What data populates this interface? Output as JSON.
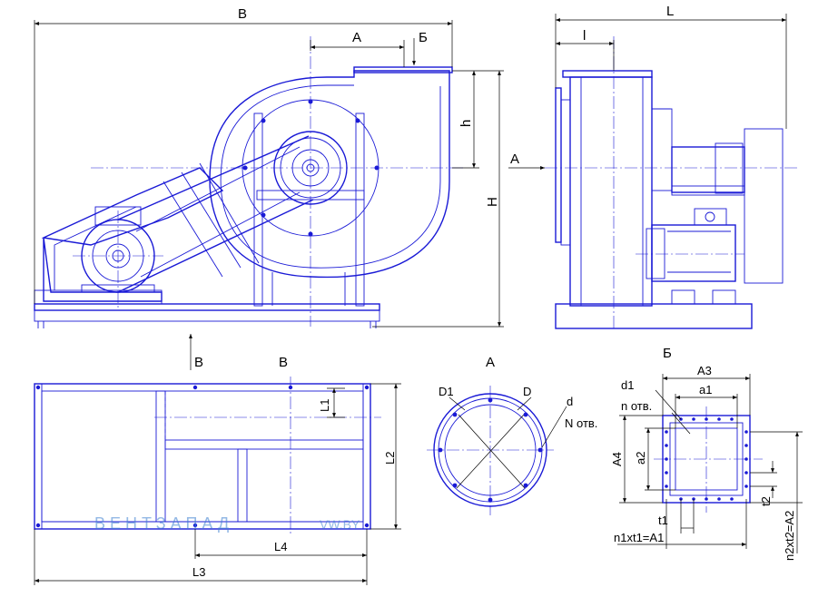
{
  "drawing": {
    "labels": {
      "B_top": "B",
      "A_top": "A",
      "Б_top": "Б",
      "h": "h",
      "H": "H",
      "L": "L",
      "l": "l",
      "A_arrow": "A",
      "B_arrow": "B",
      "B_view": "B",
      "L1": "L1",
      "L2": "L2",
      "L3": "L3",
      "L4": "L4",
      "A_view": "A",
      "D1": "D1",
      "D": "D",
      "d": "d",
      "N_holes": "N отв.",
      "Б_view": "Б",
      "A3": "A3",
      "a1": "a1",
      "d1": "d1",
      "n_holes": "n отв.",
      "A4": "A4",
      "a2": "a2",
      "t1": "t1",
      "t2": "t2",
      "n1t1": "n1xt1=A1",
      "n2t2": "n2xt2=A2"
    },
    "watermark": {
      "brand": "ВЕНТЗАПАД",
      "site": "VW.BY"
    },
    "colors": {
      "line": "#1a1ad6",
      "dimension": "#000000",
      "watermark": "#3c7fd1"
    }
  }
}
